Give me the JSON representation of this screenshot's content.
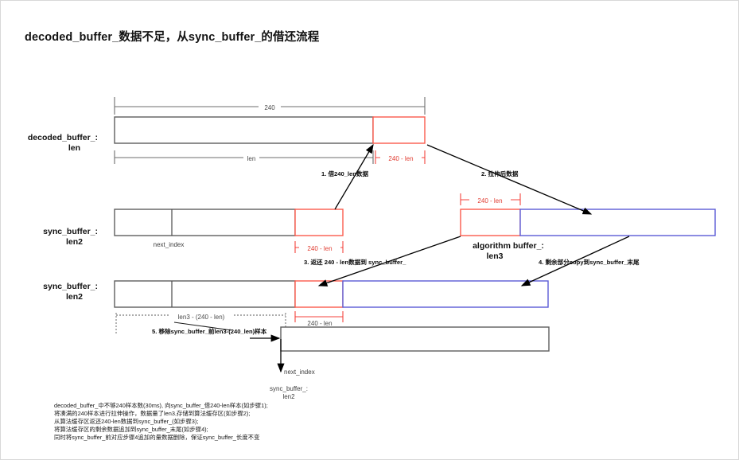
{
  "title": "decoded_buffer_数据不足，从sync_buffer_的借还流程",
  "rows": [
    {
      "id": "decoded-buffer",
      "label_line1": "decoded_buffer_:",
      "label_line2": "len"
    },
    {
      "id": "sync-buffer-before",
      "label_line1": "sync_buffer_:",
      "label_line2": "len2",
      "inner_label": "next_index"
    },
    {
      "id": "algorithm-buffer",
      "label_line1": "algorithm  buffer_:",
      "label_line2": "len3"
    },
    {
      "id": "sync-buffer-after",
      "label_line1": "sync_buffer_:",
      "label_line2": "len2"
    },
    {
      "id": "sync-buffer-final",
      "label_line1": "sync_buffer_:",
      "label_line2": "len2",
      "inner_label": "next_index"
    }
  ],
  "dimensions": {
    "total_240": "240",
    "len": "len",
    "remainder": "240 - len",
    "remainder_row2": "240 - len",
    "remainder_algo": "240 - len",
    "remainder_row3": "240 - len",
    "trim": "len3 - (240 - len)"
  },
  "steps": [
    {
      "n": "1",
      "text": "1. 借240_len数据"
    },
    {
      "n": "2",
      "text": "2. 拉伸后数据"
    },
    {
      "n": "3",
      "text": "3. 返还 240 - len数据到 sync_buffer_"
    },
    {
      "n": "4",
      "text": "4. 剩余部分copy到sync_buffer_末尾"
    },
    {
      "n": "5",
      "text": "5. 移除sync_buffer_前len3-(240_len)样本"
    }
  ],
  "notes": [
    "decoded_buffer_中不够240样本数(30ms), 向sync_buffer_借240-len样本(如步骤1);",
    "将凑满的240样本进行拉伸操作，数据量了len3,存储到算法缓存区(如步骤2);",
    "从算法缓存区返还240-len数据到sync_buffer_(如步骤3);",
    "将算法缓存区的剩余数据追加到sync_buffer_末尾(如步骤4);",
    "同时将sync_buffer_前对应步骤4追加的量数据删除，保证sync_buffer_长度不变"
  ],
  "colors": {
    "gray": "#5e5e5e",
    "red": "#fb5a4c",
    "blue": "#5b5bd6",
    "text": "#111111"
  }
}
